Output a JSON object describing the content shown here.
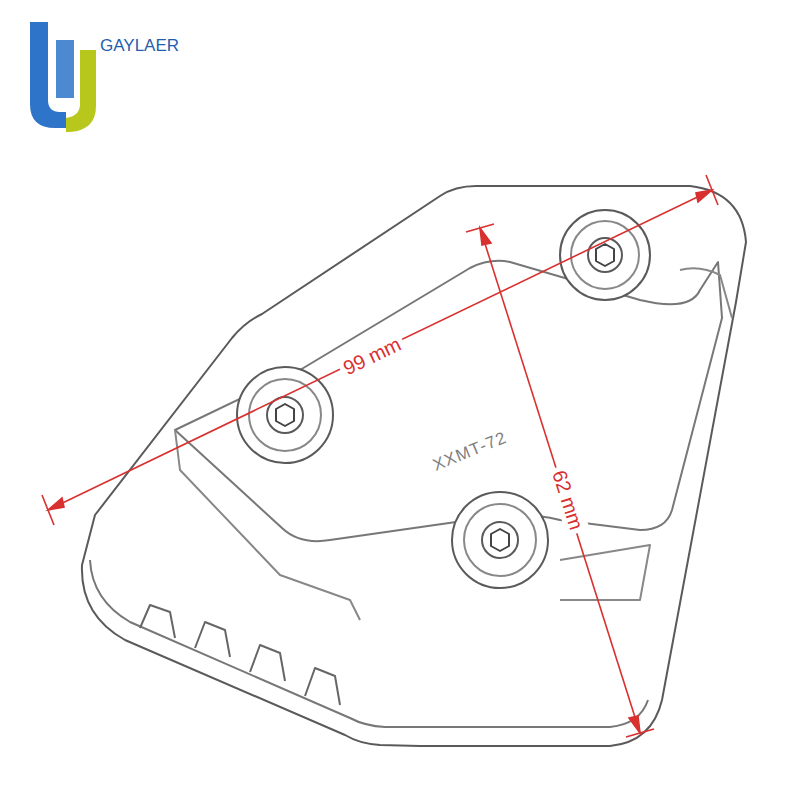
{
  "diagram": {
    "labels": [
      "GAYLAER",
      "99 mm",
      "62 mm",
      "XXMT-72"
    ]
  }
}
